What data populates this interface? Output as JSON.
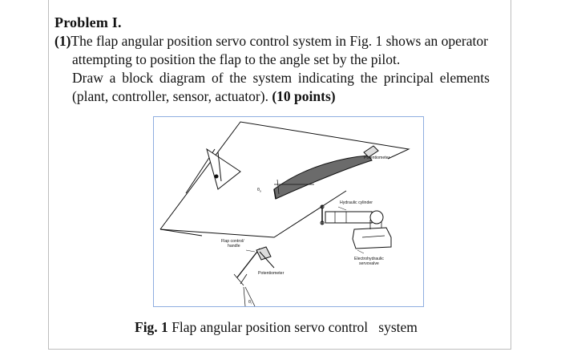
{
  "problem": {
    "title": "Problem I.",
    "number": "(1)",
    "lines": [
      "The flap angular position servo control system in Fig. 1 shows an operator",
      "attempting to position the flap to the angle set by the pilot.",
      "Draw a block diagram of the system indicating the principal elements",
      "(plant, controller, sensor, actuator)."
    ],
    "points": "(10 points)"
  },
  "figure": {
    "labels": {
      "potentiometer_top": "Potentiometer",
      "theta_o": "θ",
      "theta_o_sub": "o",
      "hydraulic_cylinder": "Hydraulic cylinder",
      "flap_control_handle": "Flap control/ handle",
      "potentiometer_bottom": "Potentiometer",
      "electrohydraulic_servovalve": "Electrohydraulic servovalve",
      "theta_i": "θ",
      "theta_i_sub": "i"
    },
    "caption_prefix": "Fig. 1",
    "caption_text": "Flap angular position servo control   system"
  }
}
